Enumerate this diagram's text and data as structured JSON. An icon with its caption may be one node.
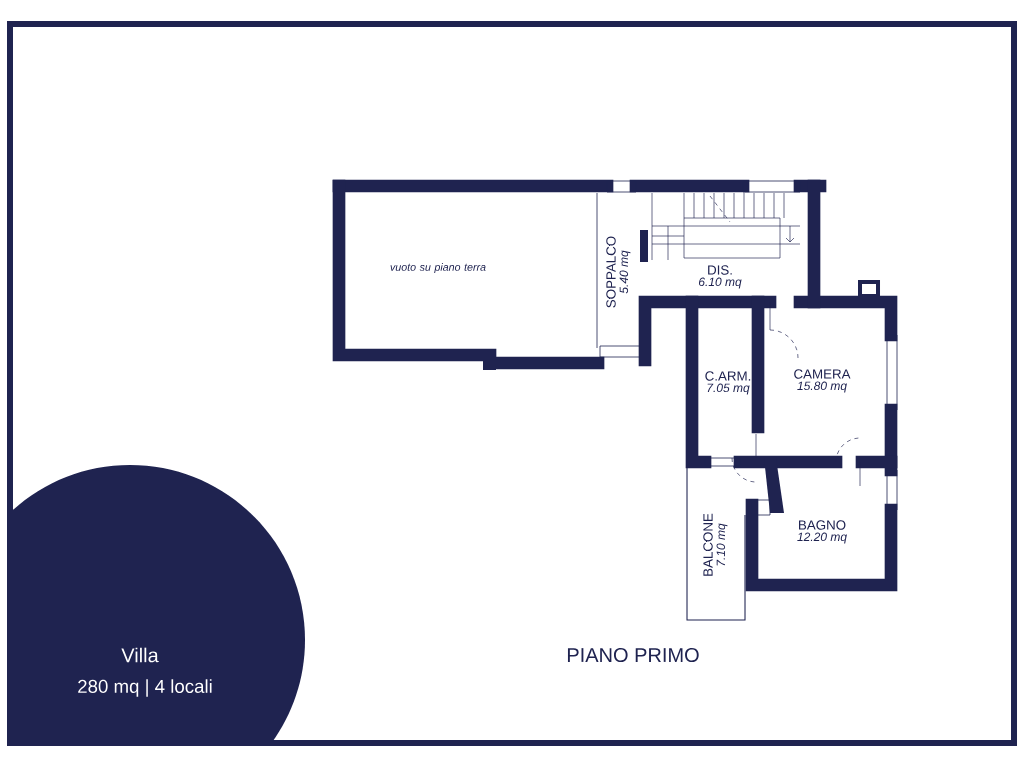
{
  "diagram": {
    "title": "PIANO PRIMO",
    "labels": [
      "vuoto su piano terra",
      "SOPPALCO",
      "5.40 mq",
      "DIS.",
      "6.10 mq",
      "C.ARM.",
      "7.05 mq",
      "CAMERA",
      "15.80 mq",
      "BALCONE",
      "7.10 mq",
      "BAGNO",
      "12.20 mq",
      "Villa",
      "280 mq | 4 locali"
    ]
  }
}
